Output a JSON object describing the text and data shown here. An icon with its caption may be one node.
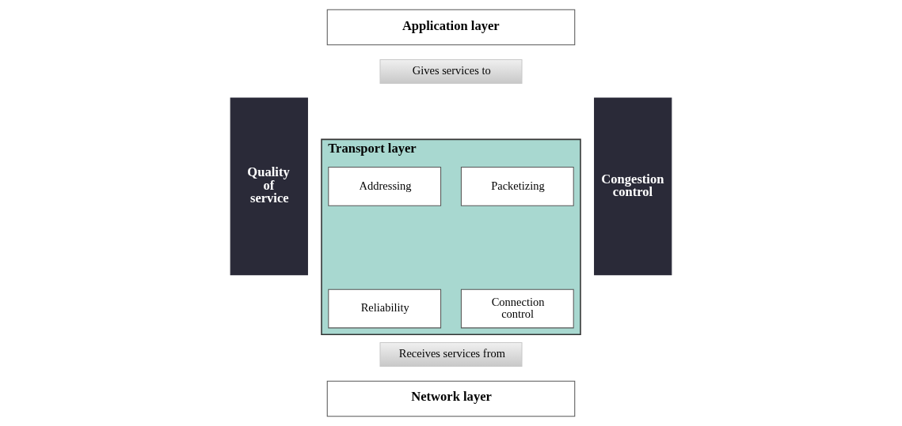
{
  "diagram": {
    "nodes": [
      {
        "text": [
          "Application layer"
        ]
      },
      {
        "text": [
          "Gives services to"
        ]
      },
      {
        "text": [
          "Quality of service"
        ]
      },
      {
        "text": [
          "Transport layer"
        ]
      },
      {
        "text": [
          "Packetizing"
        ],
        "in": 3
      },
      {
        "text": [
          "Addressing"
        ],
        "in": 3
      },
      {
        "text": [
          "Connection control"
        ],
        "in": 3
      },
      {
        "text": [
          "Reliability"
        ],
        "in": 3
      },
      {
        "text": [
          "Congestion control"
        ]
      },
      {
        "text": [
          "Receives services from"
        ]
      },
      {
        "text": [
          "Network layer"
        ]
      }
    ]
  }
}
